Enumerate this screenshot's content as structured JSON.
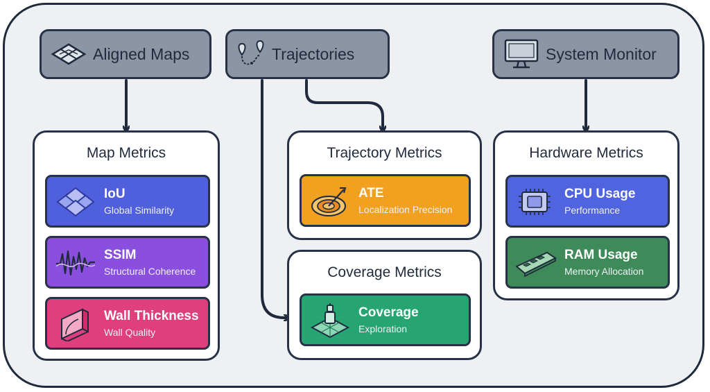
{
  "sources": {
    "aligned_maps": {
      "label": "Aligned Maps",
      "icon": "map-tiles-icon"
    },
    "trajectories": {
      "label": "Trajectories",
      "icon": "route-pin-icon"
    },
    "system_monitor": {
      "label": "System Monitor",
      "icon": "monitor-icon"
    }
  },
  "panels": {
    "map_metrics": {
      "title": "Map Metrics",
      "cards": [
        {
          "title": "IoU",
          "subtitle": "Global Similarity",
          "icon": "overlap-squares-icon",
          "color": "#5060dc"
        },
        {
          "title": "SSIM",
          "subtitle": "Structural Coherence",
          "icon": "waveform-icon",
          "color": "#8b4fe0"
        },
        {
          "title": "Wall Thickness",
          "subtitle": "Wall Quality",
          "icon": "wall-icon",
          "color": "#df3f7c"
        }
      ]
    },
    "trajectory_metrics": {
      "title": "Trajectory Metrics",
      "cards": [
        {
          "title": "ATE",
          "subtitle": "Localization Precision",
          "icon": "target-icon",
          "color": "#f2a01f"
        }
      ]
    },
    "coverage_metrics": {
      "title": "Coverage Metrics",
      "cards": [
        {
          "title": "Coverage",
          "subtitle": "Exploration",
          "icon": "robot-grid-icon",
          "color": "#26a471"
        }
      ]
    },
    "hardware_metrics": {
      "title": "Hardware Metrics",
      "cards": [
        {
          "title": "CPU Usage",
          "subtitle": "Performance",
          "icon": "cpu-chip-icon",
          "color": "#5164df"
        },
        {
          "title": "RAM Usage",
          "subtitle": "Memory Allocation",
          "icon": "ram-stick-icon",
          "color": "#3e8a58"
        }
      ]
    }
  },
  "colors": {
    "outline": "#273246",
    "background": "#eef0f3",
    "source_fill": "#8c95a5"
  }
}
